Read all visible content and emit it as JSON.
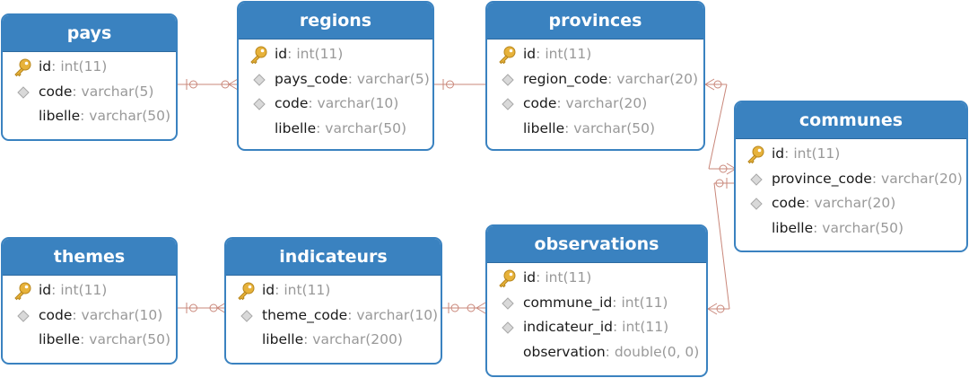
{
  "colors": {
    "header": "#3a82c0",
    "relation_line": "#c9877a",
    "key_icon": "#e7b23a",
    "diamond_icon": "#b8b8b8"
  },
  "tables": {
    "pays": {
      "name": "pays",
      "columns": [
        {
          "name": "id",
          "type": "int(11)",
          "icon": "key-icon"
        },
        {
          "name": "code",
          "type": "varchar(5)",
          "icon": "diamond-icon"
        },
        {
          "name": "libelle",
          "type": "varchar(50)",
          "icon": ""
        }
      ]
    },
    "regions": {
      "name": "regions",
      "columns": [
        {
          "name": "id",
          "type": "int(11)",
          "icon": "key-icon"
        },
        {
          "name": "pays_code",
          "type": "varchar(5)",
          "icon": "diamond-icon"
        },
        {
          "name": "code",
          "type": "varchar(10)",
          "icon": "diamond-icon"
        },
        {
          "name": "libelle",
          "type": "varchar(50)",
          "icon": ""
        }
      ]
    },
    "provinces": {
      "name": "provinces",
      "columns": [
        {
          "name": "id",
          "type": "int(11)",
          "icon": "key-icon"
        },
        {
          "name": "region_code",
          "type": "varchar(20)",
          "icon": "diamond-icon"
        },
        {
          "name": "code",
          "type": "varchar(20)",
          "icon": "diamond-icon"
        },
        {
          "name": "libelle",
          "type": "varchar(50)",
          "icon": ""
        }
      ]
    },
    "communes": {
      "name": "communes",
      "columns": [
        {
          "name": "id",
          "type": "int(11)",
          "icon": "key-icon"
        },
        {
          "name": "province_code",
          "type": "varchar(20)",
          "icon": "diamond-icon"
        },
        {
          "name": "code",
          "type": "varchar(20)",
          "icon": "diamond-icon"
        },
        {
          "name": "libelle",
          "type": "varchar(50)",
          "icon": ""
        }
      ]
    },
    "themes": {
      "name": "themes",
      "columns": [
        {
          "name": "id",
          "type": "int(11)",
          "icon": "key-icon"
        },
        {
          "name": "code",
          "type": "varchar(10)",
          "icon": "diamond-icon"
        },
        {
          "name": "libelle",
          "type": "varchar(50)",
          "icon": ""
        }
      ]
    },
    "indicateurs": {
      "name": "indicateurs",
      "columns": [
        {
          "name": "id",
          "type": "int(11)",
          "icon": "key-icon"
        },
        {
          "name": "theme_code",
          "type": "varchar(10)",
          "icon": "diamond-icon"
        },
        {
          "name": "libelle",
          "type": "varchar(200)",
          "icon": ""
        }
      ]
    },
    "observations": {
      "name": "observations",
      "columns": [
        {
          "name": "id",
          "type": "int(11)",
          "icon": "key-icon"
        },
        {
          "name": "commune_id",
          "type": "int(11)",
          "icon": "diamond-icon"
        },
        {
          "name": "indicateur_id",
          "type": "int(11)",
          "icon": "diamond-icon"
        },
        {
          "name": "observation",
          "type": "double(0, 0)",
          "icon": ""
        }
      ]
    }
  },
  "relations": [
    {
      "from": "pays",
      "to": "regions",
      "cardinality": "one-to-many"
    },
    {
      "from": "regions",
      "to": "provinces",
      "cardinality": "one-to-many"
    },
    {
      "from": "provinces",
      "to": "communes",
      "cardinality": "one-to-many"
    },
    {
      "from": "communes",
      "to": "observations",
      "cardinality": "one-to-many"
    },
    {
      "from": "themes",
      "to": "indicateurs",
      "cardinality": "one-to-many"
    },
    {
      "from": "indicateurs",
      "to": "observations",
      "cardinality": "one-to-many"
    }
  ]
}
